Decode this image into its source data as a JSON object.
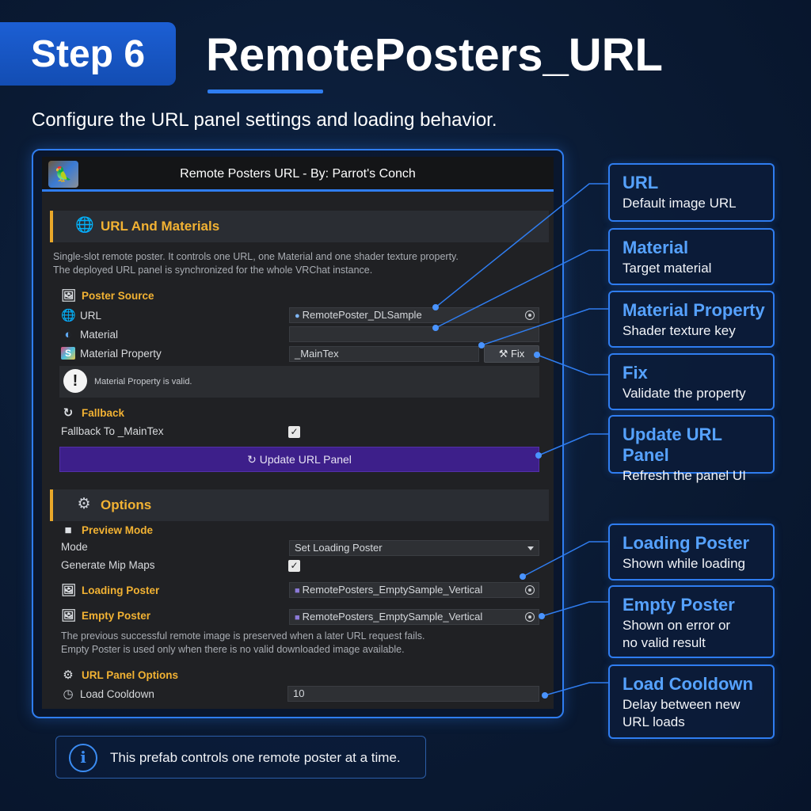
{
  "header": {
    "step_label": "Step 6",
    "title": "RemotePosters_URL",
    "subtitle": "Configure the URL panel settings and loading behavior."
  },
  "inspector": {
    "title": "Remote Posters URL - By: Parrot's Conch",
    "logo_icon": "parrot-logo-icon",
    "url_section": {
      "label": "URL And Materials",
      "icon": "globe-icon",
      "description_line1": "Single-slot remote poster. It controls one URL, one Material and one shader texture property.",
      "description_line2": "The deployed URL panel is synchronized for the whole VRChat instance.",
      "poster_source_label": "Poster Source",
      "url_label": "URL",
      "url_value": "RemotePoster_DLSample",
      "material_label": "Material",
      "material_value": "",
      "material_property_label": "Material Property",
      "material_property_value": "_MainTex",
      "fix_label": "Fix",
      "info_text": "Material Property is valid.",
      "fallback_label": "Fallback",
      "fallback_to_label": "Fallback To _MainTex",
      "fallback_checked": true,
      "update_button_label": "Update URL Panel"
    },
    "options_section": {
      "label": "Options",
      "icon": "gear-icon",
      "preview_mode_label": "Preview Mode",
      "mode_label": "Mode",
      "mode_value": "Set Loading Poster",
      "generate_mip_maps_label": "Generate Mip Maps",
      "generate_mip_maps_checked": true,
      "loading_poster_label": "Loading Poster",
      "loading_poster_value": "RemotePosters_EmptySample_Vertical",
      "empty_poster_label": "Empty Poster",
      "empty_poster_value": "RemotePosters_EmptySample_Vertical",
      "note_line1": "The previous successful remote image is preserved when a later URL request fails.",
      "note_line2": "Empty Poster is used only when there is no valid downloaded image available.",
      "url_panel_options_label": "URL Panel Options",
      "load_cooldown_label": "Load Cooldown",
      "load_cooldown_value": "10"
    }
  },
  "callouts": [
    {
      "title": "URL",
      "desc": "Default image URL"
    },
    {
      "title": "Material",
      "desc": "Target material"
    },
    {
      "title": "Material Property",
      "desc": "Shader texture key"
    },
    {
      "title": "Fix",
      "desc": "Validate the property"
    },
    {
      "title": "Update URL Panel",
      "desc": "Refresh the panel UI"
    },
    {
      "title": "Loading Poster",
      "desc": "Shown while loading"
    },
    {
      "title": "Empty Poster",
      "desc_line1": "Shown on error or",
      "desc_line2": "no valid result"
    },
    {
      "title": "Load Cooldown",
      "desc_line1": "Delay between new",
      "desc_line2": "URL loads"
    }
  ],
  "footer": {
    "text": "This prefab controls one remote poster at a time."
  },
  "colors": {
    "accent_blue": "#2f7df0",
    "callout_title": "#56a2ff",
    "section_orange": "#f2b233",
    "update_button": "#3d1f8a"
  }
}
